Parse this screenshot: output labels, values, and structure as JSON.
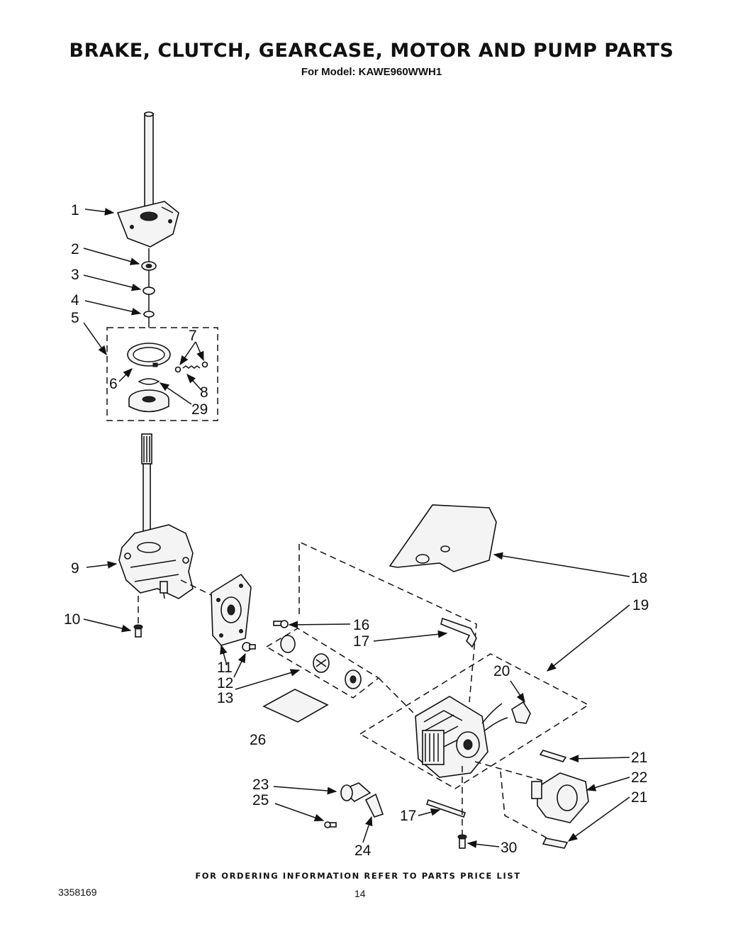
{
  "header": {
    "title": "BRAKE, CLUTCH, GEARCASE, MOTOR AND PUMP PARTS",
    "subtitle": "For Model: KAWE960WWH1"
  },
  "footer": {
    "note": "FOR ORDERING INFORMATION REFER TO PARTS PRICE LIST",
    "doc_number": "3358169",
    "page_number": "14"
  },
  "callouts": {
    "c1": "1",
    "c2": "2",
    "c3": "3",
    "c4": "4",
    "c5": "5",
    "c6": "6",
    "c7": "7",
    "c8": "8",
    "c29": "29",
    "c9": "9",
    "c10": "10",
    "c11": "11",
    "c12": "12",
    "c13": "13",
    "c16": "16",
    "c17a": "17",
    "c18": "18",
    "c19": "19",
    "c20": "20",
    "c21a": "21",
    "c22": "22",
    "c21b": "21",
    "c26": "26",
    "c23": "23",
    "c25": "25",
    "c24": "24",
    "c17b": "17",
    "c30": "30"
  }
}
